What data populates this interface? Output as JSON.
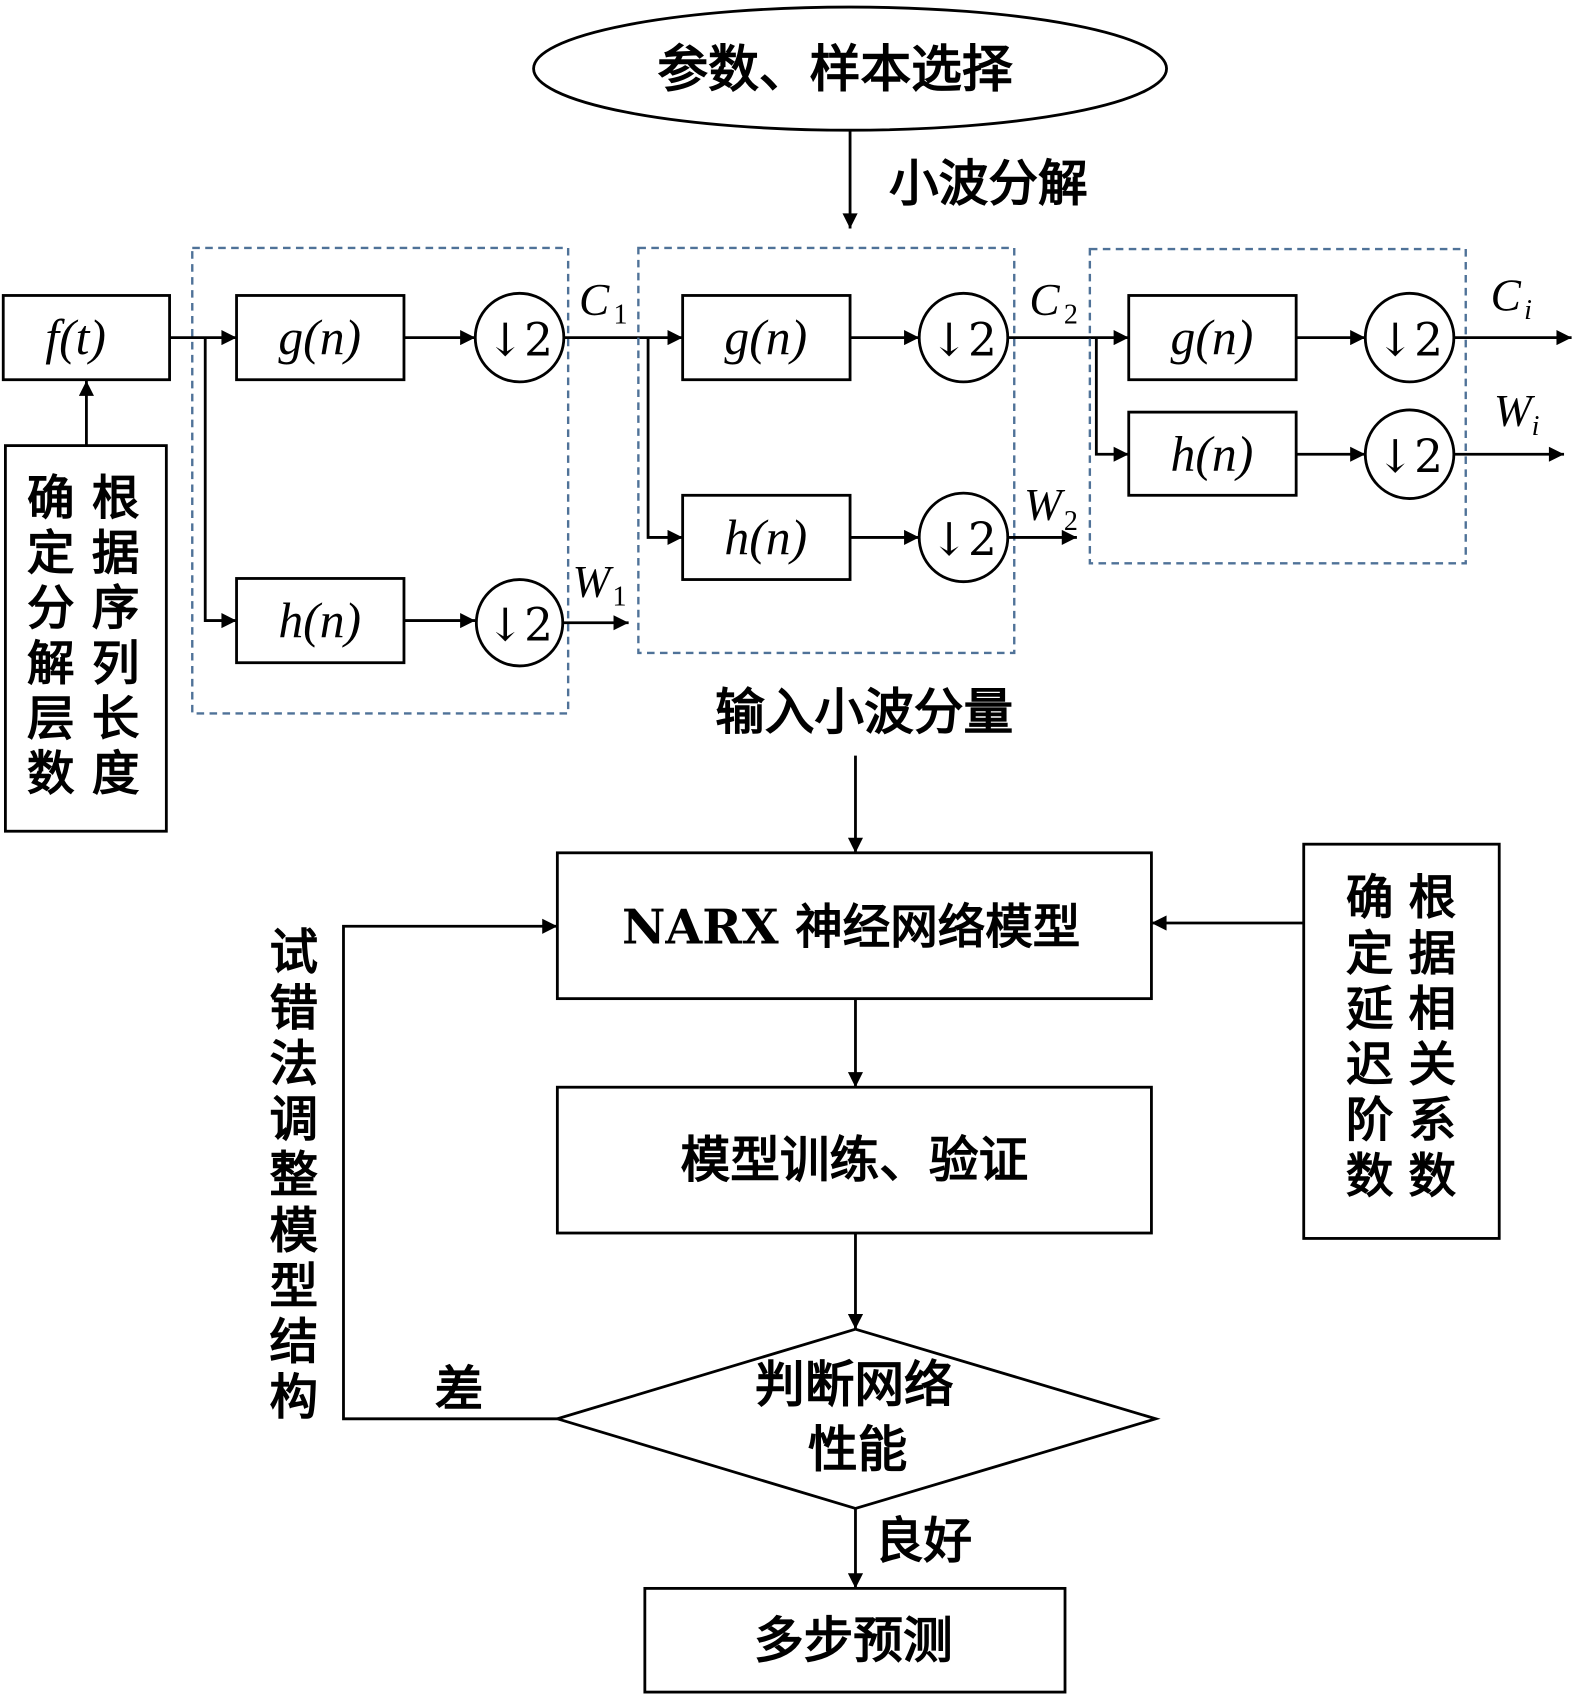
{
  "start_node": {
    "label": "参数、样本选择"
  },
  "decompose_label": "小波分解",
  "signal_box": {
    "label": "f(t)"
  },
  "level_note": {
    "col_right": "根据序列长度",
    "col_left": "确定分解层数"
  },
  "stages": [
    {
      "lowpass": "g(n)",
      "highpass": "h(n)",
      "down_low": "↓2",
      "down_high": "↓2",
      "approx": {
        "symbol": "C",
        "index": "1"
      },
      "detail": {
        "symbol": "W",
        "index": "1"
      }
    },
    {
      "lowpass": "g(n)",
      "highpass": "h(n)",
      "down_low": "↓2",
      "down_high": "↓2",
      "approx": {
        "symbol": "C",
        "index": "2"
      },
      "detail": {
        "symbol": "W",
        "index": "2"
      }
    },
    {
      "lowpass": "g(n)",
      "highpass": "h(n)",
      "down_low": "↓2",
      "down_high": "↓2",
      "approx": {
        "symbol": "C",
        "index": "i"
      },
      "detail": {
        "symbol": "W",
        "index": "i"
      }
    }
  ],
  "input_label": "输入小波分量",
  "model_box": {
    "label": "NARX 神经网络模型"
  },
  "delay_note": {
    "col_right": "根据相关系数",
    "col_left": "确定延迟阶数"
  },
  "train_box": {
    "label": "模型训练、验证"
  },
  "decision": {
    "line1": "判断网络",
    "line2": "性能"
  },
  "poor_label": "差",
  "good_label": "良好",
  "adjust_note": "试错法调整模型结构",
  "output_box": {
    "label": "多步预测"
  },
  "colors": {
    "dashed_frame": "#4f7298"
  }
}
